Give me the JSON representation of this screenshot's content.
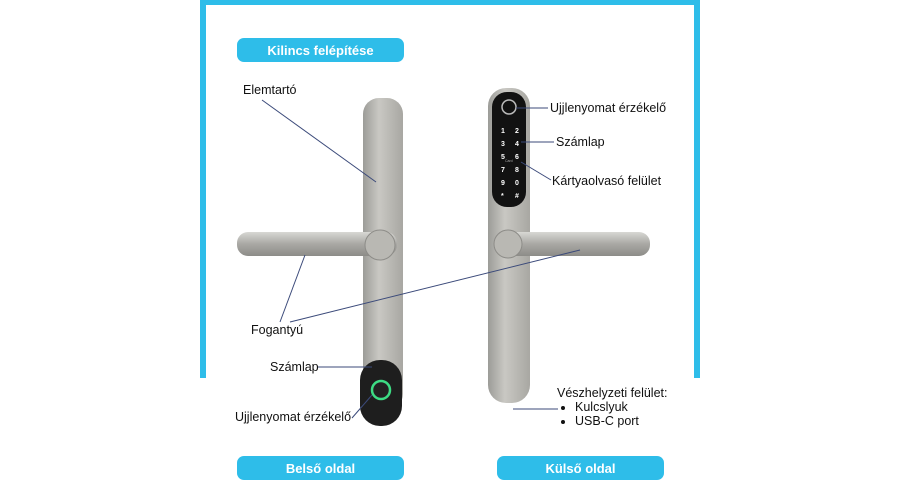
{
  "title": "Kilincs felépítése",
  "left_side": {
    "caption": "Belső oldal",
    "labels": {
      "battery": "Elemtartó",
      "handle": "Fogantyú",
      "keypad": "Számlap",
      "fingerprint": "Ujjlenyomat érzékelő"
    }
  },
  "right_side": {
    "caption": "Külső oldal",
    "labels": {
      "fingerprint": "Ujjlenyomat érzékelő",
      "keypad": "Számlap",
      "card_reader": "Kártyaolvasó felület"
    },
    "emergency": {
      "title": "Vészhelyzeti felület:",
      "items": [
        "Kulcslyuk",
        "USB-C port"
      ]
    },
    "keypad_keys": [
      "1",
      "2",
      "3",
      "4",
      "5",
      "6",
      "7",
      "8",
      "9",
      "0",
      "*",
      "#"
    ],
    "card_mark": "Card"
  },
  "colors": {
    "accent": "#2ebde9",
    "leader": "#3b4a7a",
    "ring": "#3ddc84"
  }
}
